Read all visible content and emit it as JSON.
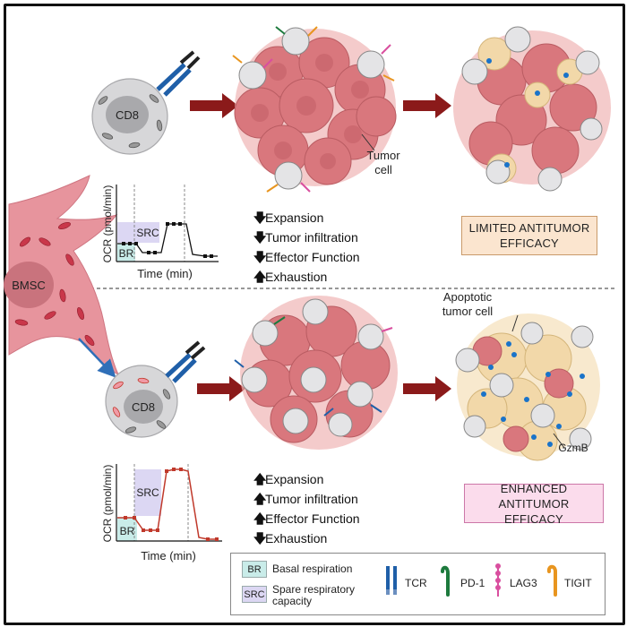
{
  "colors": {
    "limited_box_fill": "#fbe5cf",
    "limited_box_border": "#c99a6a",
    "enhanced_box_fill": "#fbdcec",
    "enhanced_box_border": "#cc77a8",
    "arrow": "#8b1a1a",
    "bmsc": "#e7949d",
    "tumor": "#d9777d",
    "apoptotic": "#f2d8a9",
    "br": "#c9ece9",
    "src": "#dcd7f3",
    "plot_line_top": "#111111",
    "plot_line_bottom": "#c0392b",
    "tcr": "#1f5fa8",
    "pd1": "#1d7a3d",
    "lag3": "#d94f9f",
    "tigit": "#e8951f",
    "gzmb": "#1a73c9"
  },
  "cells": {
    "cd8_top": "CD8",
    "cd8_bottom": "CD8",
    "bmsc": "BMSC",
    "tumor_label": [
      "Tumor",
      "cell"
    ],
    "apoptotic_label": [
      "Apoptotic",
      "tumor cell"
    ],
    "gzmb_label": "GzmB"
  },
  "plot_top": {
    "ylabel": "OCR (pmol/min)",
    "xlabel": "Time (min)",
    "br": "BR",
    "src": "SRC"
  },
  "plot_bottom": {
    "ylabel": "OCR (pmol/min)",
    "xlabel": "Time (min)",
    "br": "BR",
    "src": "SRC"
  },
  "effects_top": [
    {
      "dir": "down",
      "label": "Expansion"
    },
    {
      "dir": "down",
      "label": "Tumor infiltration"
    },
    {
      "dir": "down",
      "label": "Effector Function"
    },
    {
      "dir": "up",
      "label": "Exhaustion"
    }
  ],
  "effects_bottom": [
    {
      "dir": "up",
      "label": "Expansion"
    },
    {
      "dir": "up",
      "label": "Tumor infiltration"
    },
    {
      "dir": "up",
      "label": "Effector Function"
    },
    {
      "dir": "down",
      "label": "Exhaustion"
    }
  ],
  "outcome_top": {
    "line1": "LIMITED ANTITUMOR",
    "line2": "EFFICACY"
  },
  "outcome_bottom": {
    "line1": "ENHANCED ANTITUMOR",
    "line2": "EFFICACY"
  },
  "legend": {
    "br_abbr": "BR",
    "br_text": "Basal respiration",
    "src_abbr": "SRC",
    "src_text_1": "Spare respiratory",
    "src_text_2": "capacity",
    "tcr": "TCR",
    "pd1": "PD-1",
    "lag3": "LAG3",
    "tigit": "TIGIT"
  }
}
